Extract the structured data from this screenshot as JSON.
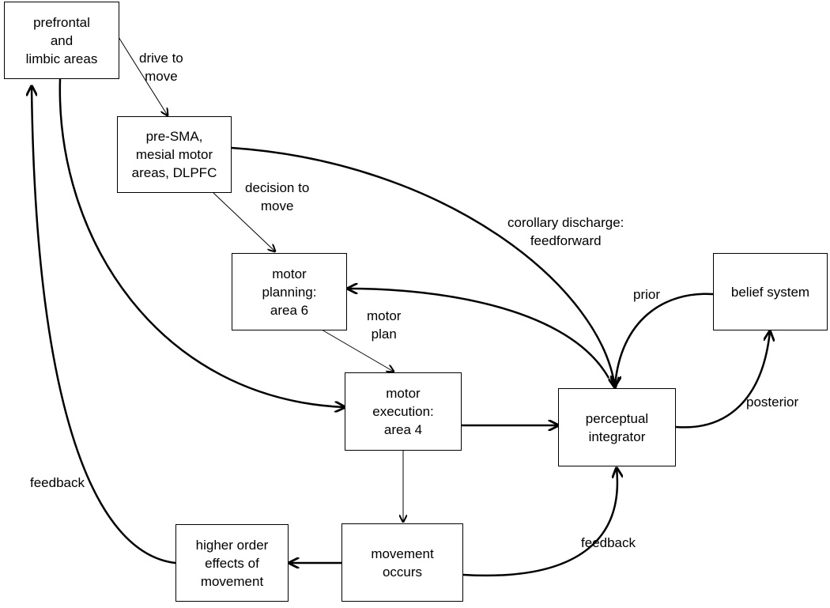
{
  "nodes": {
    "prefrontal": [
      "prefrontal",
      "and",
      "limbic areas"
    ],
    "presma": [
      "pre-SMA,",
      "mesial motor",
      "areas, DLPFC"
    ],
    "planning": [
      "motor",
      "planning:",
      "area 6"
    ],
    "execution": [
      "motor",
      "execution:",
      "area 4"
    ],
    "integrator": [
      "perceptual",
      "integrator"
    ],
    "belief": [
      "belief system"
    ],
    "movement": [
      "movement",
      "occurs"
    ],
    "higher": [
      "higher order",
      "effects of",
      "movement"
    ]
  },
  "edge_labels": {
    "drive": [
      "drive to",
      "move"
    ],
    "decision": [
      "decision to",
      "move"
    ],
    "plan": [
      "motor",
      "plan"
    ],
    "corollary": [
      "corollary discharge:",
      "feedforward"
    ],
    "prior": [
      "prior"
    ],
    "posterior": [
      "posterior"
    ],
    "feedback_left": [
      "feedback"
    ],
    "feedback_right": [
      "feedback"
    ]
  }
}
